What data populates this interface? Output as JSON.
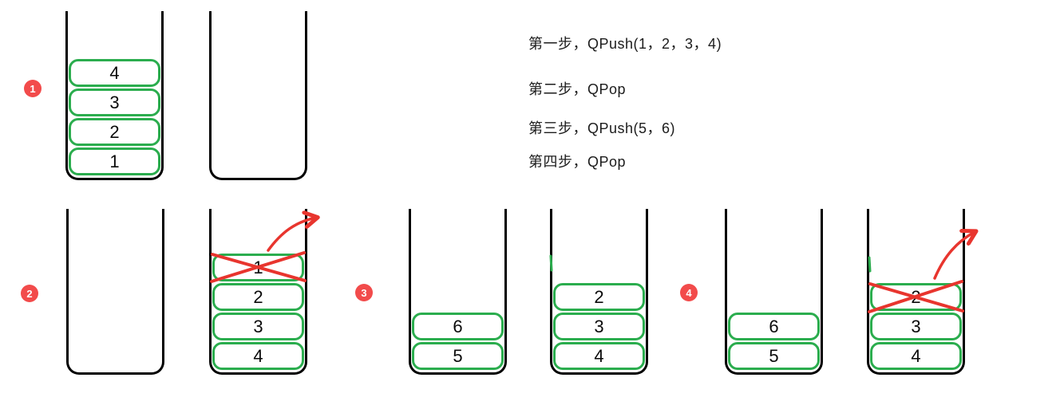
{
  "steps": [
    "第一步，QPush(1，2，3，4)",
    "第二步，QPop",
    "第三步，QPush(5，6)",
    "第四步，QPop"
  ],
  "states": [
    {
      "badge": "1",
      "stack_a": {
        "items": [
          "4",
          "3",
          "2",
          "1"
        ]
      },
      "stack_b": {
        "items": []
      }
    },
    {
      "badge": "2",
      "stack_a": {
        "items": []
      },
      "stack_b": {
        "items": [
          "1",
          "2",
          "3",
          "4"
        ],
        "crossed_item": "1",
        "pop_arrow": true
      }
    },
    {
      "badge": "3",
      "stack_a": {
        "items": [
          "6",
          "5"
        ]
      },
      "stack_b": {
        "items": [
          "2",
          "3",
          "4"
        ]
      }
    },
    {
      "badge": "4",
      "stack_a": {
        "items": [
          "6",
          "5"
        ]
      },
      "stack_b": {
        "items": [
          "2",
          "3",
          "4"
        ],
        "crossed_item": "2",
        "pop_arrow": true
      }
    }
  ],
  "colors": {
    "box_border_green": "#2bad4e",
    "badge_red": "#f24b4b",
    "mark_red": "#e8352e",
    "wall_black": "#000000"
  }
}
